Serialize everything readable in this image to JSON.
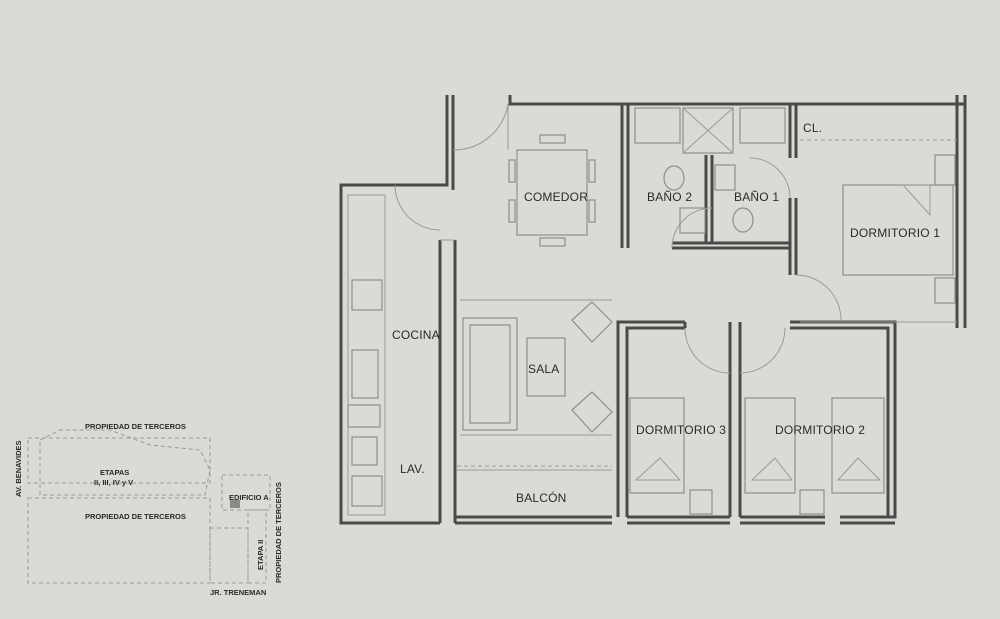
{
  "floor_plan": {
    "rooms": {
      "comedor": "COMEDOR",
      "bano2": "BAÑO 2",
      "bano1": "BAÑO 1",
      "cl": "CL.",
      "dormitorio1": "DORMITORIO 1",
      "cocina": "COCINA",
      "sala": "SALA",
      "dormitorio3": "DORMITORIO 3",
      "dormitorio2": "DORMITORIO 2",
      "lav": "LAV.",
      "balcon": "BALCÓN"
    }
  },
  "site_map": {
    "propiedad_top": "PROPIEDAD DE TERCEROS",
    "propiedad_middle": "PROPIEDAD DE TERCEROS",
    "propiedad_right": "PROPIEDAD DE TERCEROS",
    "av_benavides": "AV. BENAVIDES",
    "etapas": "ETAPAS",
    "etapas_list": "II, III, IV y V",
    "edificio": "EDIFICIO A",
    "etapa2": "ETAPA II",
    "jr_treneman": "JR. TRENEMAN"
  },
  "colors": {
    "background": "#dcdad5",
    "walls": "#4a4a4a",
    "furniture": "#8f8f8b",
    "text": "#2a2a2a"
  }
}
